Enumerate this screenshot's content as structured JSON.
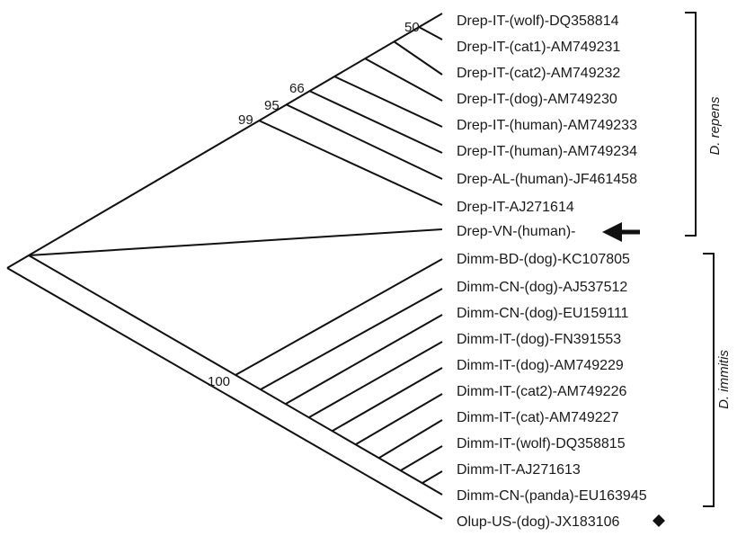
{
  "tree": {
    "leaves": [
      "Drep-IT-(wolf)-DQ358814",
      "Drep-IT-(cat1)-AM749231",
      "Drep-IT-(cat2)-AM749232",
      "Drep-IT-(dog)-AM749230",
      "Drep-IT-(human)-AM749233",
      "Drep-IT-(human)-AM749234",
      "Drep-AL-(human)-JF461458",
      "Drep-IT-AJ271614",
      "Drep-VN-(human)-",
      "Dimm-BD-(dog)-KC107805",
      "Dimm-CN-(dog)-AJ537512",
      "Dimm-CN-(dog)-EU159111",
      "Dimm-IT-(dog)-FN391553",
      "Dimm-IT-(dog)-AM749229",
      "Dimm-IT-(cat2)-AM749226",
      "Dimm-IT-(cat)-AM749227",
      "Dimm-IT-(wolf)-DQ358815",
      "Dimm-IT-AJ271613",
      "Dimm-CN-(panda)-EU163945",
      "Olup-US-(dog)-JX183106"
    ],
    "support_values": [
      "50",
      "66",
      "95",
      "99",
      "100"
    ],
    "clades": [
      {
        "name": "D. repens"
      },
      {
        "name": "D. immitis"
      }
    ],
    "markers": {
      "highlight": "arrow-left-icon",
      "outgroup": "diamond-icon"
    },
    "colors": {
      "line": "#111111",
      "text": "#1a1a1a",
      "background": "#ffffff"
    }
  }
}
